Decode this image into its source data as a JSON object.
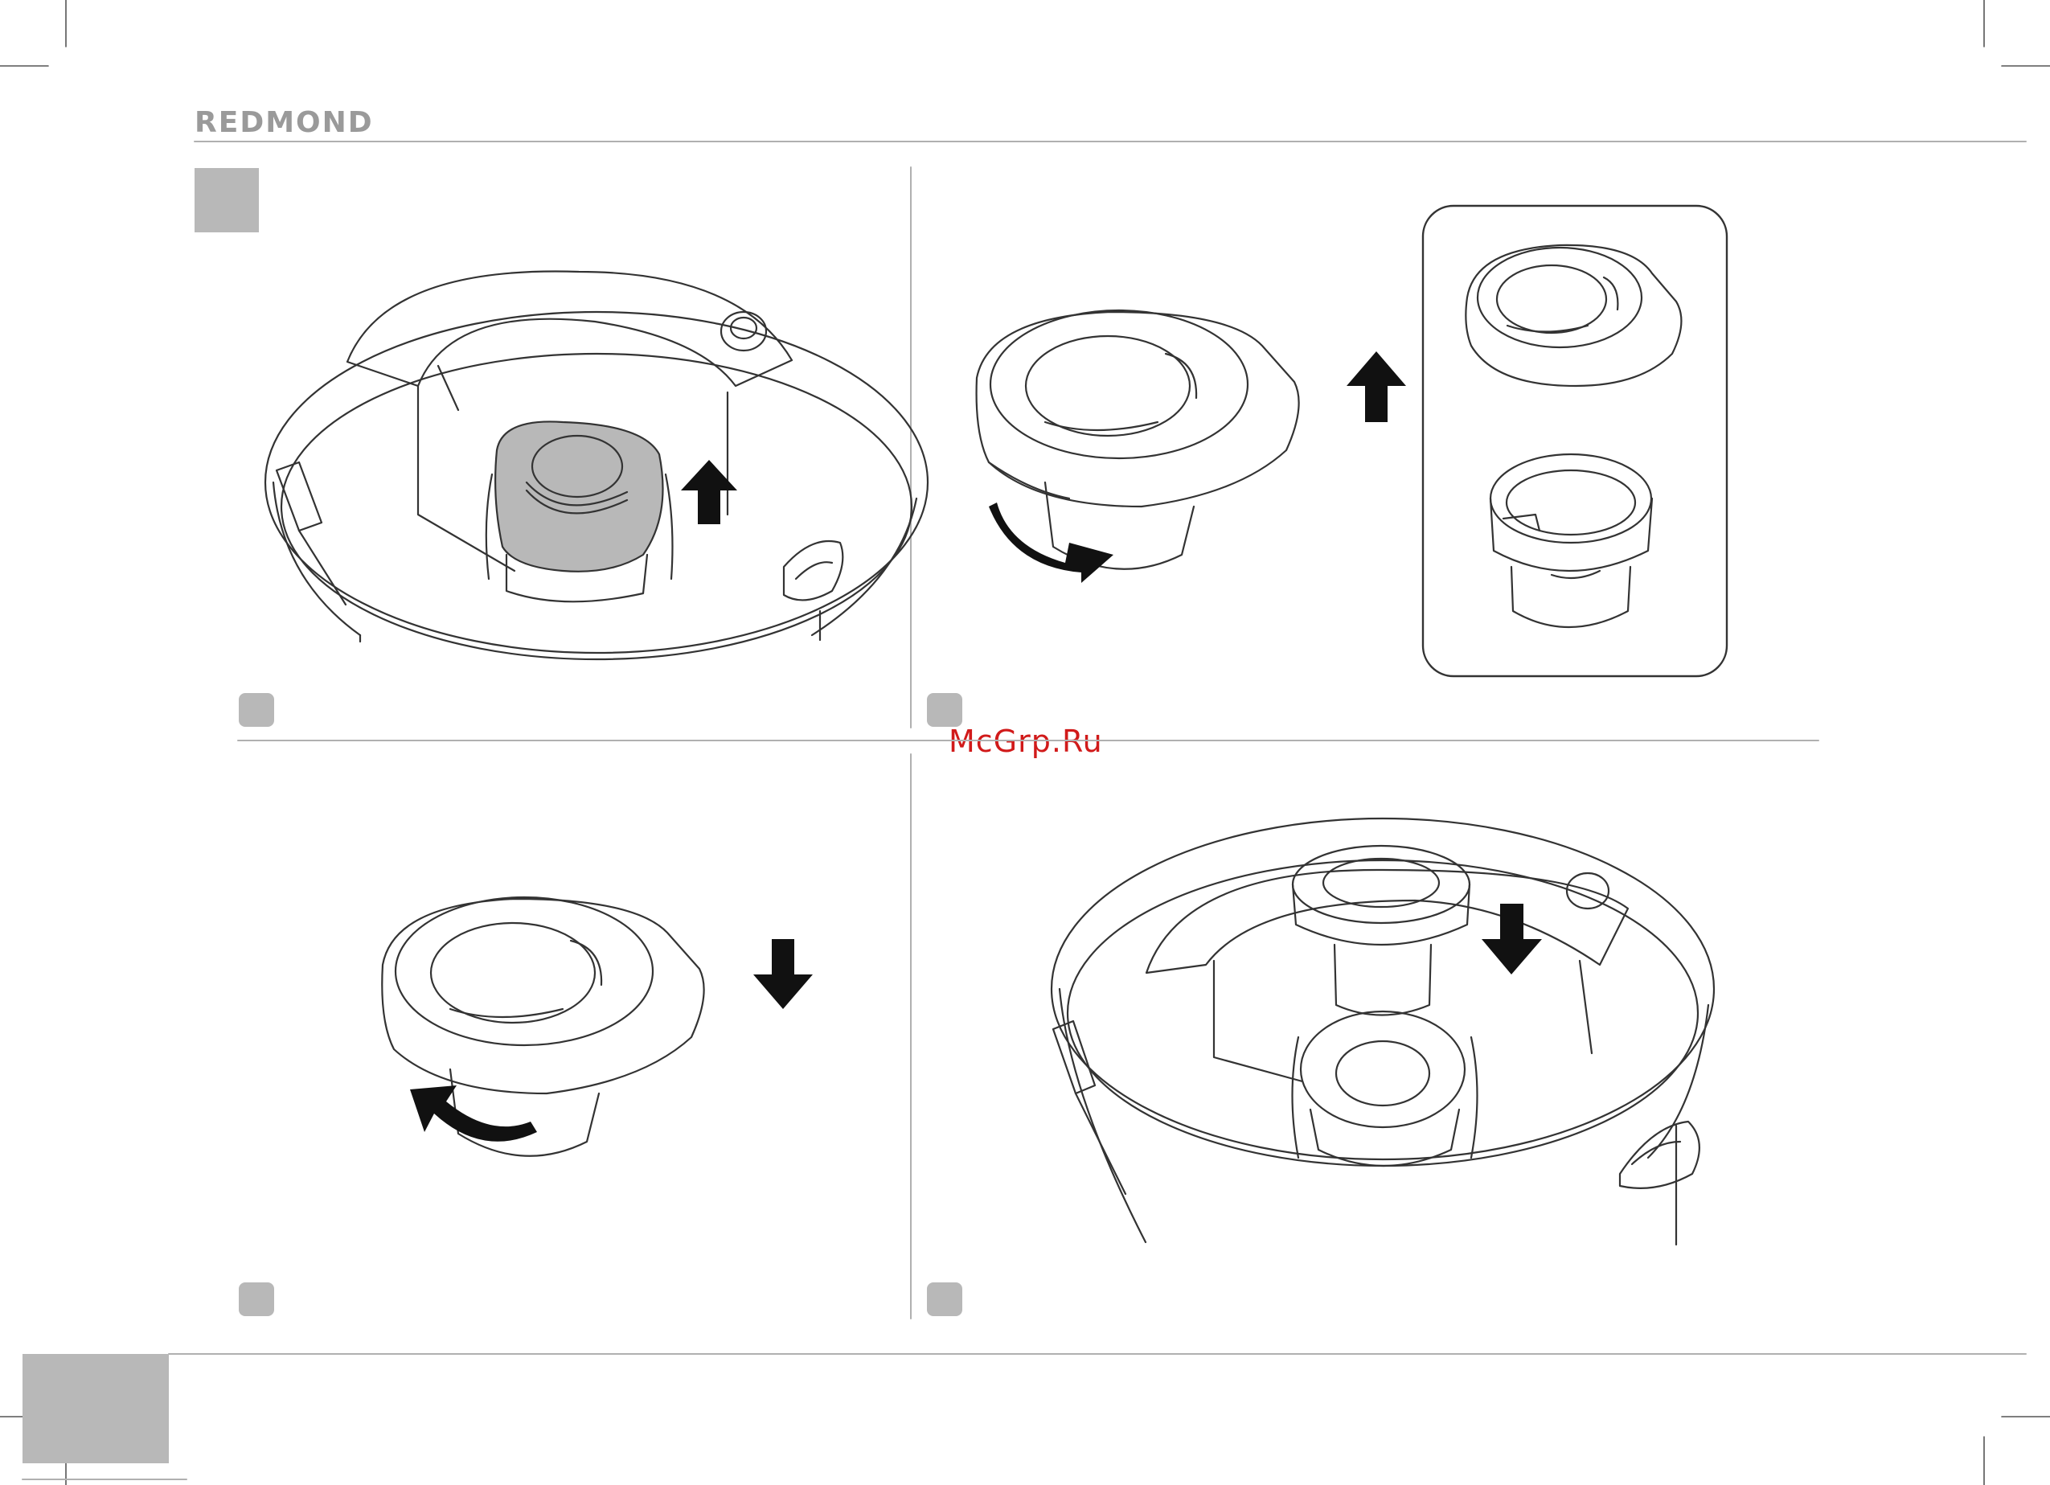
{
  "header": {
    "brand": "REDMOND"
  },
  "watermark": {
    "text": "McGrp.Ru"
  },
  "colors": {
    "line": "#333333",
    "gray_fill": "#b8b8b8",
    "arrow": "#111111",
    "watermark": "#d11a1a",
    "rule": "#b0b0b0"
  },
  "panels": [
    {
      "id": "step-1",
      "arrow": "up-arrow-icon",
      "rotation": "none"
    },
    {
      "id": "step-2",
      "arrow": "up-arrow-icon",
      "rotation": "clockwise-arrow-icon"
    },
    {
      "id": "step-3",
      "arrow": "down-arrow-icon",
      "rotation": "counterclockwise-arrow-icon"
    },
    {
      "id": "step-4",
      "arrow": "down-arrow-icon",
      "rotation": "none"
    }
  ]
}
